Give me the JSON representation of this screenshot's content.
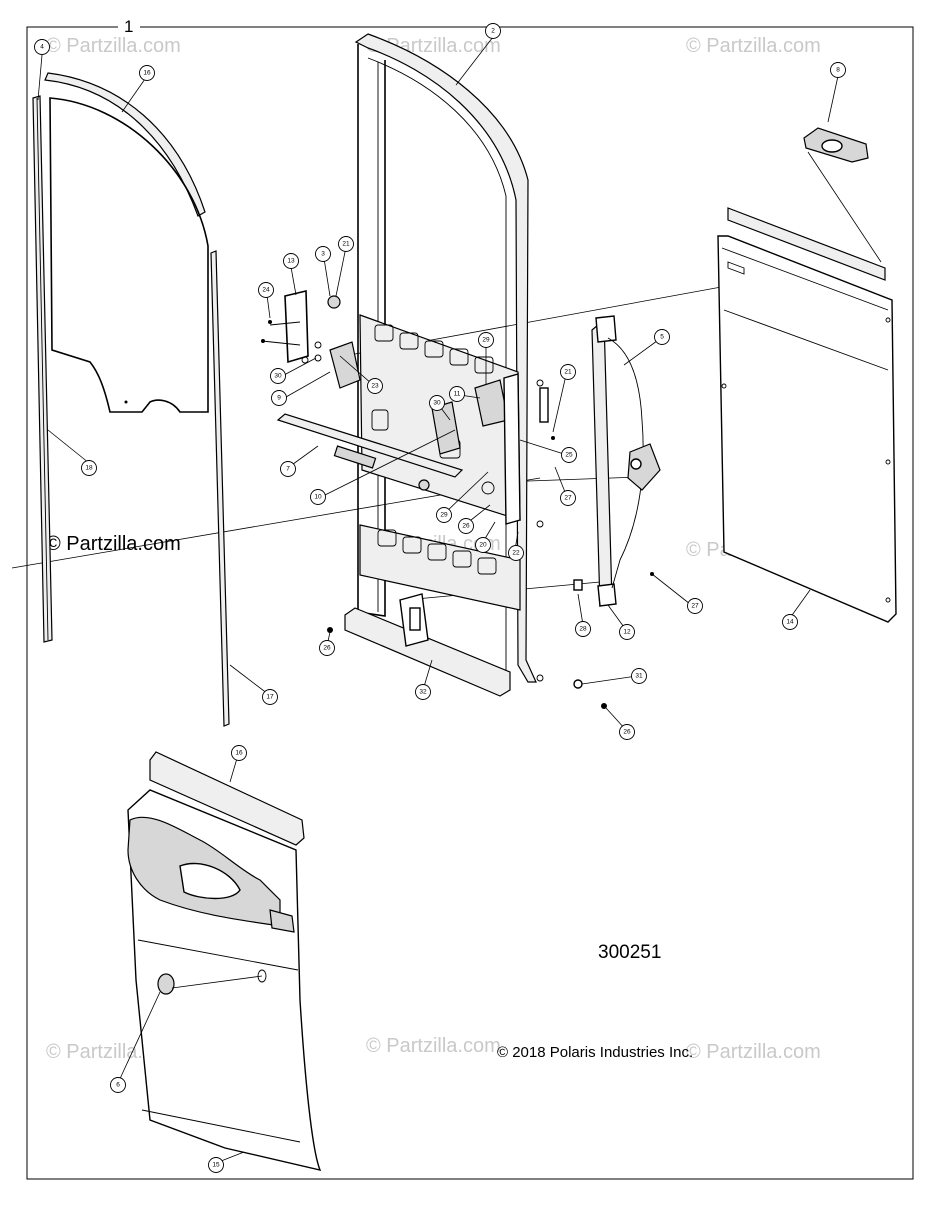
{
  "diagram": {
    "sheet_number": "1",
    "drawing_number": "300251",
    "copyright": "© 2018 Polaris Industries Inc.",
    "watermark": "© Partzilla.com",
    "watermark_dark": "© Partzilla.com",
    "callouts": [
      {
        "id": "c4",
        "label": "4"
      },
      {
        "id": "c16a",
        "label": "16"
      },
      {
        "id": "c2",
        "label": "2"
      },
      {
        "id": "c8",
        "label": "8"
      },
      {
        "id": "c18",
        "label": "18"
      },
      {
        "id": "c13",
        "label": "13"
      },
      {
        "id": "c3",
        "label": "3"
      },
      {
        "id": "c21a",
        "label": "21"
      },
      {
        "id": "c24",
        "label": "24"
      },
      {
        "id": "c30a",
        "label": "30"
      },
      {
        "id": "c9",
        "label": "9"
      },
      {
        "id": "c7",
        "label": "7"
      },
      {
        "id": "c23",
        "label": "23"
      },
      {
        "id": "c29a",
        "label": "29"
      },
      {
        "id": "c11",
        "label": "11"
      },
      {
        "id": "c30b",
        "label": "30"
      },
      {
        "id": "c10",
        "label": "10"
      },
      {
        "id": "c29b",
        "label": "29"
      },
      {
        "id": "c26a",
        "label": "26"
      },
      {
        "id": "c20",
        "label": "20"
      },
      {
        "id": "c22",
        "label": "22"
      },
      {
        "id": "c21b",
        "label": "21"
      },
      {
        "id": "c25",
        "label": "25"
      },
      {
        "id": "c27a",
        "label": "27"
      },
      {
        "id": "c5",
        "label": "5"
      },
      {
        "id": "c27b",
        "label": "27"
      },
      {
        "id": "c28",
        "label": "28"
      },
      {
        "id": "c12",
        "label": "12"
      },
      {
        "id": "c14",
        "label": "14"
      },
      {
        "id": "c17",
        "label": "17"
      },
      {
        "id": "c26b",
        "label": "26"
      },
      {
        "id": "c32",
        "label": "32"
      },
      {
        "id": "c31",
        "label": "31"
      },
      {
        "id": "c26c",
        "label": "26"
      },
      {
        "id": "c16b",
        "label": "16"
      },
      {
        "id": "c6",
        "label": "6"
      },
      {
        "id": "c15",
        "label": "15"
      }
    ]
  }
}
